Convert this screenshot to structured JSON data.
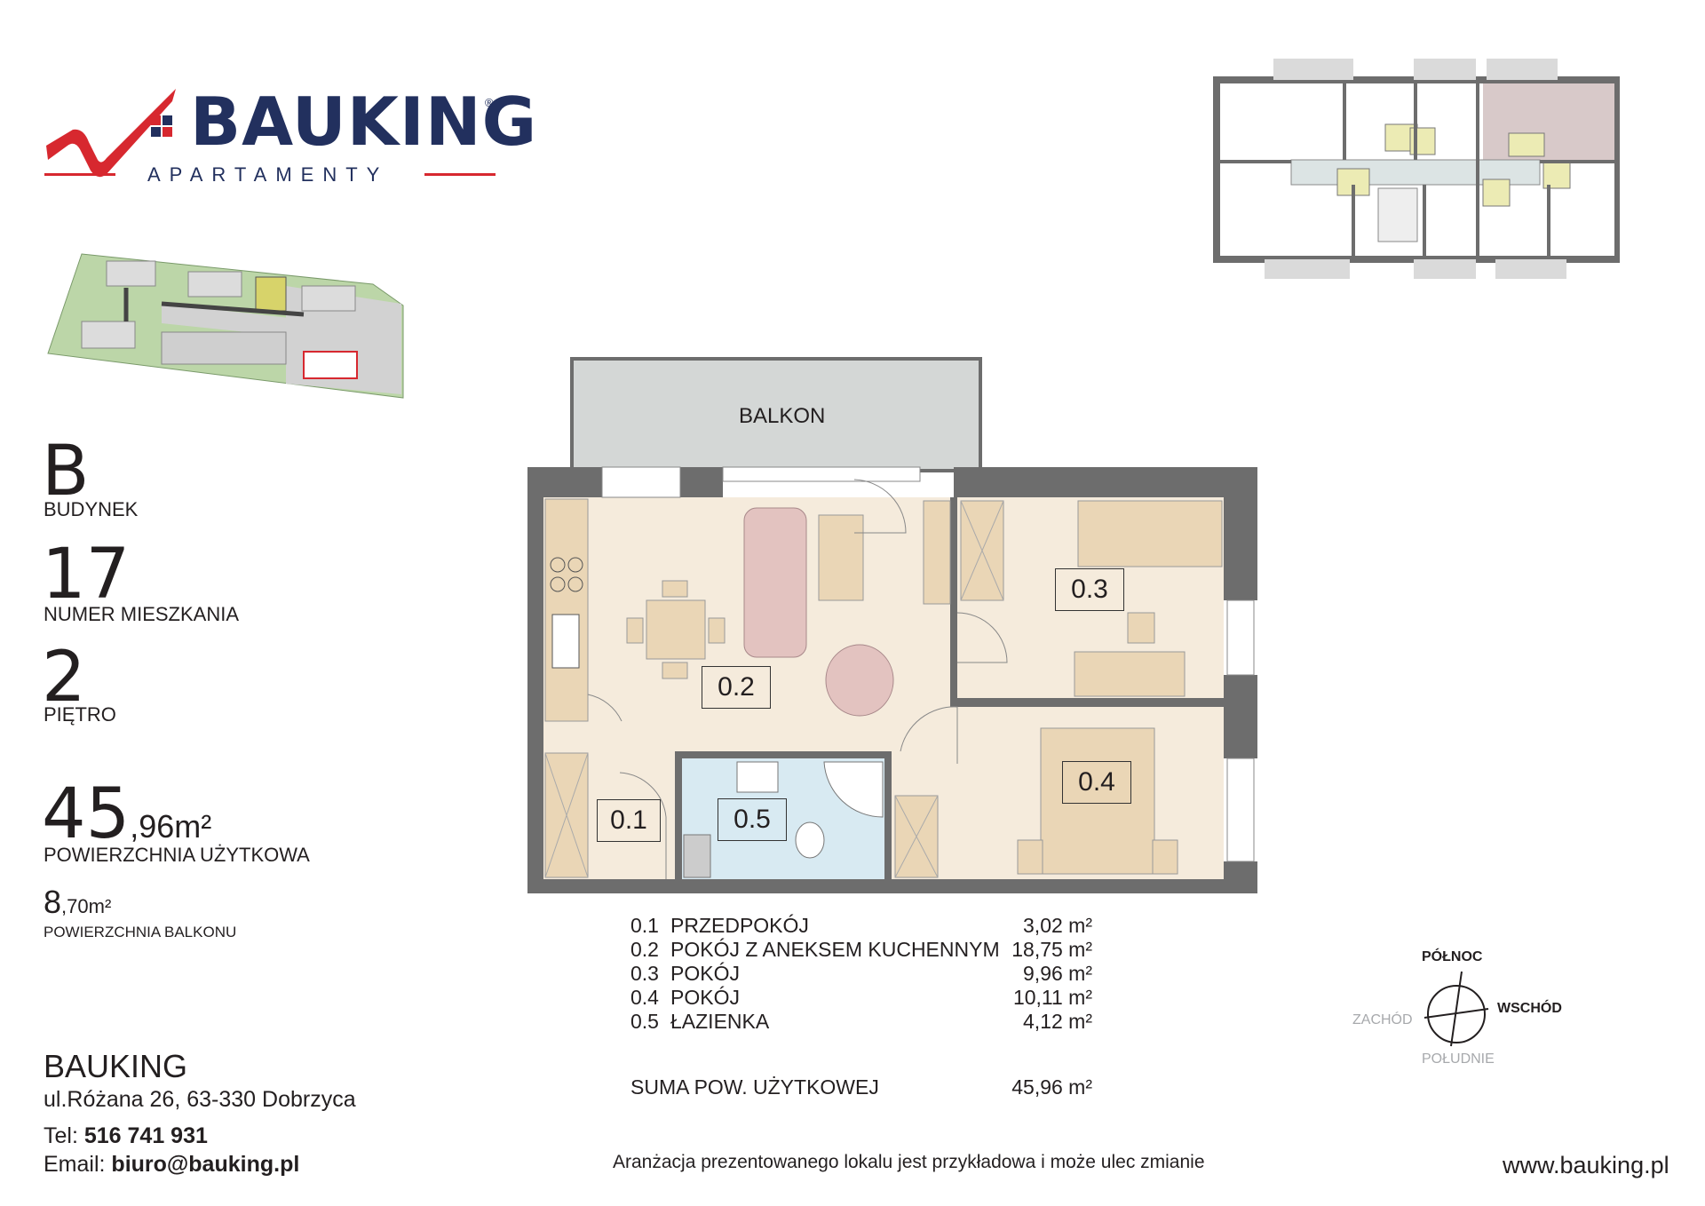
{
  "brand": {
    "name": "BAUKING",
    "subtitle": "APARTAMENTY",
    "registered": "®",
    "colors": {
      "navy": "#22305e",
      "red": "#d7282f"
    }
  },
  "apartment": {
    "building": "B",
    "building_label": "BUDYNEK",
    "number": "17",
    "number_label": "NUMER MIESZKANIA",
    "floor": "2",
    "floor_label": "PIĘTRO",
    "area_int": "45",
    "area_dec": ",96m²",
    "area_label": "POWIERZCHNIA UŻYTKOWA",
    "balcony_int": "8",
    "balcony_dec": ",70m²",
    "balcony_label": "POWIERZCHNIA BALKONU"
  },
  "plan": {
    "balcony_label": "BALKON",
    "rooms": [
      "0.1",
      "0.2",
      "0.3",
      "0.4",
      "0.5"
    ]
  },
  "rooms_table": [
    {
      "code": "0.1",
      "name": "PRZEDPOKÓJ",
      "area": "3,02 m²"
    },
    {
      "code": "0.2",
      "name": "POKÓJ Z ANEKSEM KUCHENNYM",
      "area": "18,75 m²"
    },
    {
      "code": "0.3",
      "name": "POKÓJ",
      "area": "9,96 m²"
    },
    {
      "code": "0.4",
      "name": "POKÓJ",
      "area": "10,11 m²"
    },
    {
      "code": "0.5",
      "name": "ŁAZIENKA",
      "area": "4,12 m²"
    }
  ],
  "total": {
    "label": "SUMA POW. UŻYTKOWEJ",
    "area": "45,96 m²"
  },
  "compass": {
    "north": "PÓŁNOC",
    "east": "WSCHÓD",
    "west": "ZACHÓD",
    "south": "POŁUDNIE"
  },
  "contact": {
    "company": "BAUKING",
    "address": "ul.Różana 26, 63-330 Dobrzyca",
    "tel_label": "Tel:",
    "tel": "516 741 931",
    "email_label": "Email:",
    "email": "biuro@bauking.pl"
  },
  "disclaimer": "Aranżacja prezentowanego lokalu jest przykładowa i może ulec zmianie",
  "website": "www.bauking.pl"
}
